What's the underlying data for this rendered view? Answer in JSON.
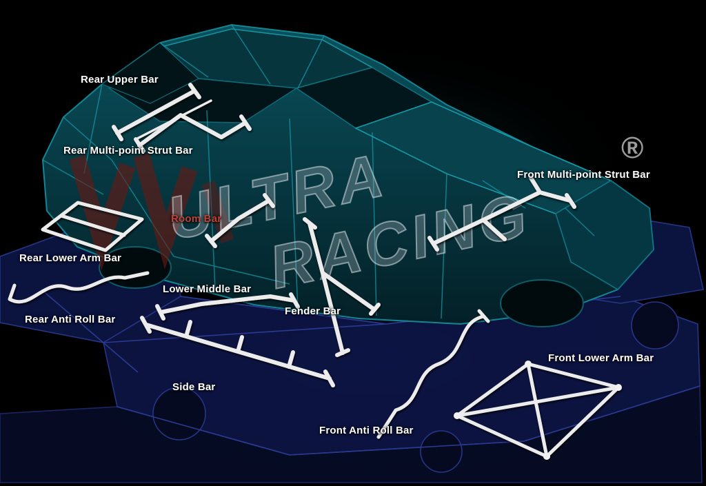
{
  "scene": {
    "registered_mark": "®",
    "watermark": {
      "brand_top": "ULTRA",
      "brand_bottom": "RACING"
    },
    "colors": {
      "background": "#000000",
      "car_body_teal": "#0d7080",
      "underframe_blue": "#1b2a7a",
      "bar_white": "#ececec",
      "label_white": "#ffffff",
      "label_red": "#bb4437",
      "watermark_maroon": "#6b1812",
      "registered_mark_gray": "#9b9b9b"
    }
  },
  "labels": {
    "rear_upper_bar": {
      "text": "Rear Upper Bar",
      "color": "#ffffff"
    },
    "rear_multi_point": {
      "text": "Rear Multi-point Strut Bar",
      "color": "#ffffff"
    },
    "room_bar": {
      "text": "Room Bar",
      "color": "#bb4437"
    },
    "rear_lower_arm": {
      "text": "Rear Lower Arm Bar",
      "color": "#ffffff"
    },
    "rear_anti_roll": {
      "text": "Rear Anti Roll Bar",
      "color": "#ffffff"
    },
    "lower_middle": {
      "text": "Lower Middle Bar",
      "color": "#ffffff"
    },
    "fender": {
      "text": "Fender Bar",
      "color": "#ffffff"
    },
    "side": {
      "text": "Side Bar",
      "color": "#ffffff"
    },
    "front_anti_roll": {
      "text": "Front Anti Roll Bar",
      "color": "#ffffff"
    },
    "front_lower_arm": {
      "text": "Front Lower Arm Bar",
      "color": "#ffffff"
    },
    "front_multi_point": {
      "text": "Front Multi-point Strut Bar",
      "color": "#ffffff"
    }
  }
}
